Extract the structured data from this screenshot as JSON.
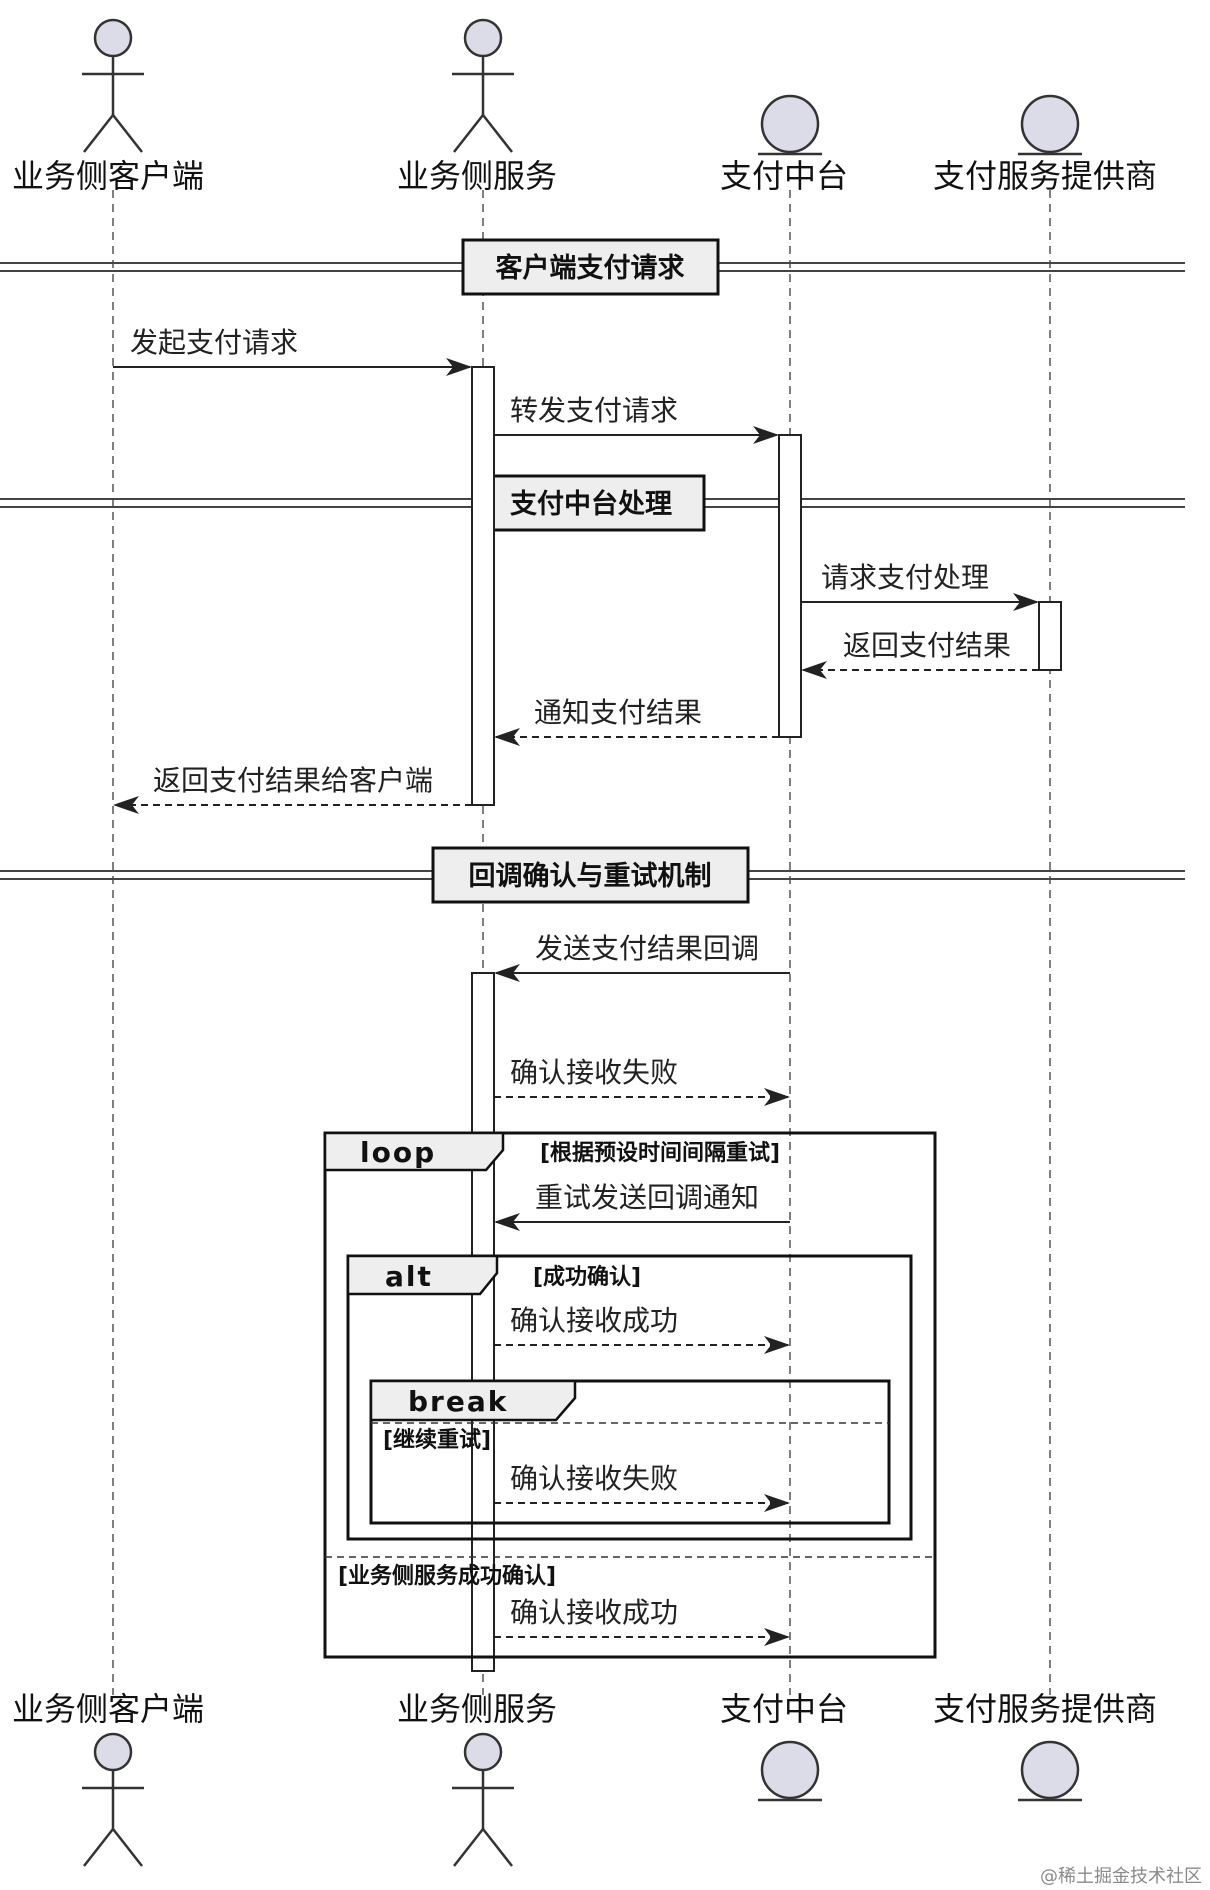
{
  "participants": [
    {
      "id": "client",
      "name": "业务侧客户端",
      "kind": "actor"
    },
    {
      "id": "service",
      "name": "业务侧服务",
      "kind": "actor"
    },
    {
      "id": "platform",
      "name": "支付中台",
      "kind": "entity"
    },
    {
      "id": "provider",
      "name": "支付服务提供商",
      "kind": "entity"
    }
  ],
  "dividers": [
    {
      "label": "客户端支付请求"
    },
    {
      "label": "支付中台处理"
    },
    {
      "label": "回调确认与重试机制"
    }
  ],
  "messages": [
    {
      "from": "client",
      "to": "service",
      "label": "发起支付请求",
      "style": "solid"
    },
    {
      "from": "service",
      "to": "platform",
      "label": "转发支付请求",
      "style": "solid"
    },
    {
      "from": "platform",
      "to": "provider",
      "label": "请求支付处理",
      "style": "solid"
    },
    {
      "from": "provider",
      "to": "platform",
      "label": "返回支付结果",
      "style": "dashed"
    },
    {
      "from": "platform",
      "to": "service",
      "label": "通知支付结果",
      "style": "dashed"
    },
    {
      "from": "service",
      "to": "client",
      "label": "返回支付结果给客户端",
      "style": "dashed"
    },
    {
      "from": "platform",
      "to": "service",
      "label": "发送支付结果回调",
      "style": "solid"
    },
    {
      "from": "service",
      "to": "platform",
      "label": "确认接收失败",
      "style": "dashed"
    },
    {
      "from": "platform",
      "to": "service",
      "label": "重试发送回调通知",
      "style": "solid"
    },
    {
      "from": "service",
      "to": "platform",
      "label": "确认接收成功",
      "style": "dashed"
    },
    {
      "from": "service",
      "to": "platform",
      "label": "确认接收失败",
      "style": "dashed"
    },
    {
      "from": "service",
      "to": "platform",
      "label": "确认接收成功",
      "style": "dashed"
    }
  ],
  "fragments": {
    "loop": {
      "keyword": "loop",
      "guard": "[根据预设时间间隔重试]",
      "else_guard": "[业务侧服务成功确认]"
    },
    "alt": {
      "keyword": "alt",
      "guard": "[成功确认]"
    },
    "break": {
      "keyword": "break",
      "guard": "[继续重试]"
    }
  },
  "watermark": "@稀土掘金技术社区"
}
